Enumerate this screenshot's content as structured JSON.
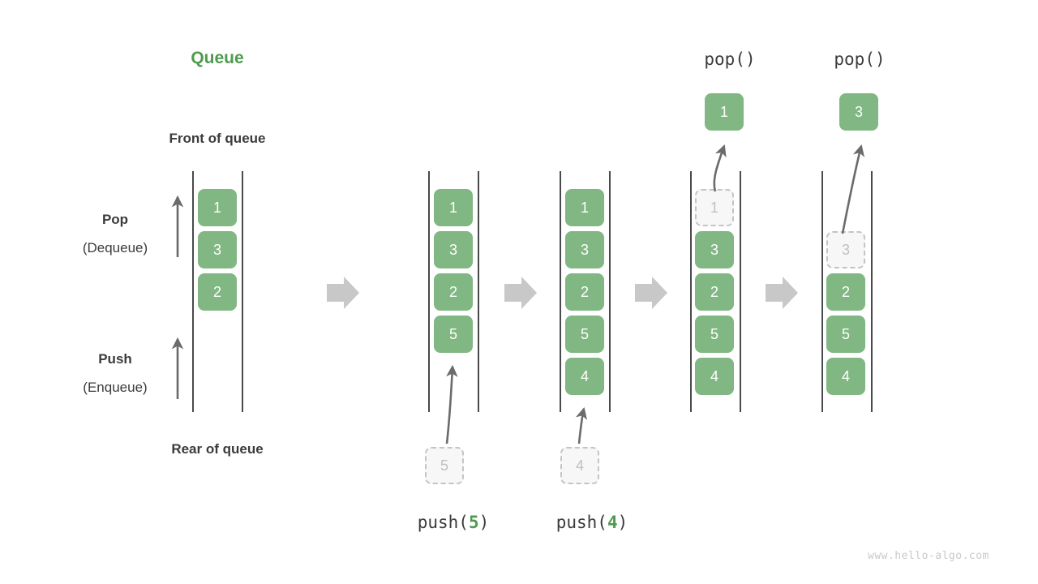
{
  "title": "Queue",
  "labels": {
    "front_of_queue": "Front of queue",
    "rear_of_queue": "Rear of queue",
    "pop": "Pop",
    "pop_sub": "(Dequeue)",
    "push": "Push",
    "push_sub": "(Enqueue)"
  },
  "colors": {
    "node_green": "#80b782",
    "title_green": "#4e9b4e",
    "ghost_fill": "#f7f7f7",
    "ghost_border": "#c4c4c4",
    "ghost_text": "#c0c0c0",
    "rail": "#4a4a4a",
    "arrow_gray": "#6b6b6b",
    "block_arrow": "#c8c8c8",
    "text_dark": "#3b3b3b",
    "watermark": "#c9c9c9"
  },
  "stages": [
    {
      "id": "initial",
      "caption": null,
      "nodes": [
        "1",
        "3",
        "2"
      ],
      "ghost_in_queue": null,
      "ghost_below": null,
      "popped": null,
      "op_label": null
    },
    {
      "id": "push-5",
      "caption": "push(5)",
      "op_name": "push",
      "op_arg": "5",
      "nodes": [
        "1",
        "3",
        "2",
        "5"
      ],
      "ghost_below": "5",
      "ghost_in_queue": null,
      "popped": null
    },
    {
      "id": "push-4",
      "caption": "push(4)",
      "op_name": "push",
      "op_arg": "4",
      "nodes": [
        "1",
        "3",
        "2",
        "5",
        "4"
      ],
      "ghost_below": "4",
      "ghost_in_queue": null,
      "popped": null
    },
    {
      "id": "pop-1",
      "caption": "pop()",
      "op_name": "pop",
      "op_arg": "",
      "nodes": [
        "3",
        "2",
        "5",
        "4"
      ],
      "ghost_in_queue": "1",
      "ghost_below": null,
      "popped": "1"
    },
    {
      "id": "pop-2",
      "caption": "pop()",
      "op_name": "pop",
      "op_arg": "",
      "nodes": [
        "2",
        "5",
        "4"
      ],
      "ghost_in_queue": "3",
      "ghost_below": null,
      "popped": "3"
    }
  ],
  "watermark": "www.hello-algo.com"
}
